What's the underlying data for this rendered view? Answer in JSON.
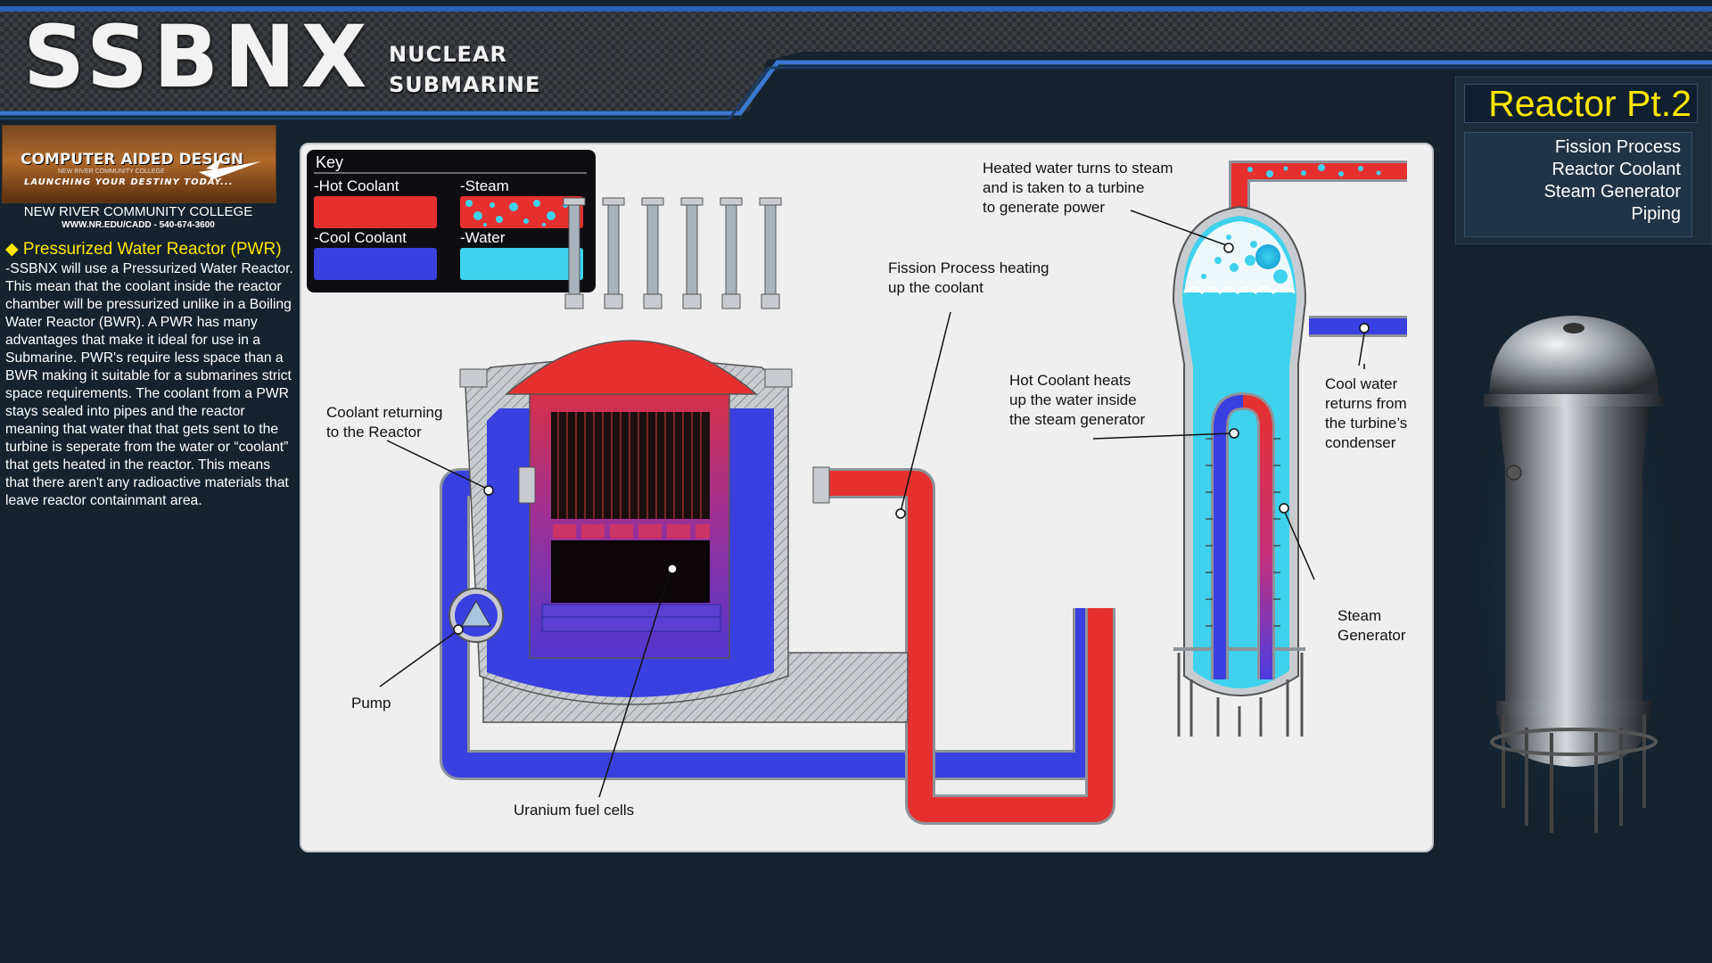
{
  "header": {
    "title": "SSBNX",
    "subtitle_line1": "NUCLEAR",
    "subtitle_line2": "SUBMARINE"
  },
  "logo": {
    "line1": "COMPUTER AIDED DESIGN",
    "line2": "NEW RIVER COMMUNITY COLLEGE",
    "line3": "LAUNCHING YOUR DESTINY TODAY..."
  },
  "college": {
    "name": "NEW RIVER COMMUNITY COLLEGE",
    "contact": "WWW.NR.EDU/CADD - 540-674-3600"
  },
  "article": {
    "heading": "Pressurized Water Reactor (PWR)",
    "body": "-SSBNX will use a Pressurized Water Reactor. This mean that the coolant inside the reactor chamber will be pressurized unlike in a Boiling Water Reactor (BWR). A PWR has many advantages that make it ideal for use in a Submarine. PWR's require less space than a BWR making it suitable for a submarines strict space requirements. The coolant from a PWR stays sealed into pipes and the reactor meaning that water that that gets sent to the turbine is seperate from the water or “coolant” that gets heated in the reactor. This means that there aren't any radioactive materials that leave reactor containmant area."
  },
  "panel": {
    "title": "Reactor Pt.2",
    "items": [
      "Fission Process",
      "Reactor Coolant",
      "Steam Generator",
      "Piping"
    ]
  },
  "key": {
    "title": "Key",
    "hot": "-Hot Coolant",
    "steam": "-Steam",
    "cool": "-Cool Coolant",
    "water": "-Water"
  },
  "labels": {
    "heated_water": [
      "Heated water turns to steam",
      "and is taken to a turbine",
      "to generate power"
    ],
    "fission": [
      "Fission Process heating",
      "up the coolant"
    ],
    "hot_coolant": [
      "Hot Coolant heats",
      "up the water inside",
      "the steam generator"
    ],
    "cool_water": [
      "Cool water",
      "returns from",
      "the turbine’s",
      "condenser"
    ],
    "coolant_return": [
      "Coolant returning",
      "to the Reactor"
    ],
    "steam_gen": [
      "Steam",
      "Generator"
    ],
    "pump": "Pump",
    "uranium": "Uranium fuel cells"
  },
  "colors": {
    "hot": "#e63030",
    "cool": "#3a40e0",
    "water": "#3fd2ee",
    "accent": "#ffe600",
    "background": "#14232f"
  },
  "icons": [
    "carbon-fiber-banner",
    "pump-triangle-icon",
    "control-rod-icon",
    "steam-bubble-icon"
  ]
}
